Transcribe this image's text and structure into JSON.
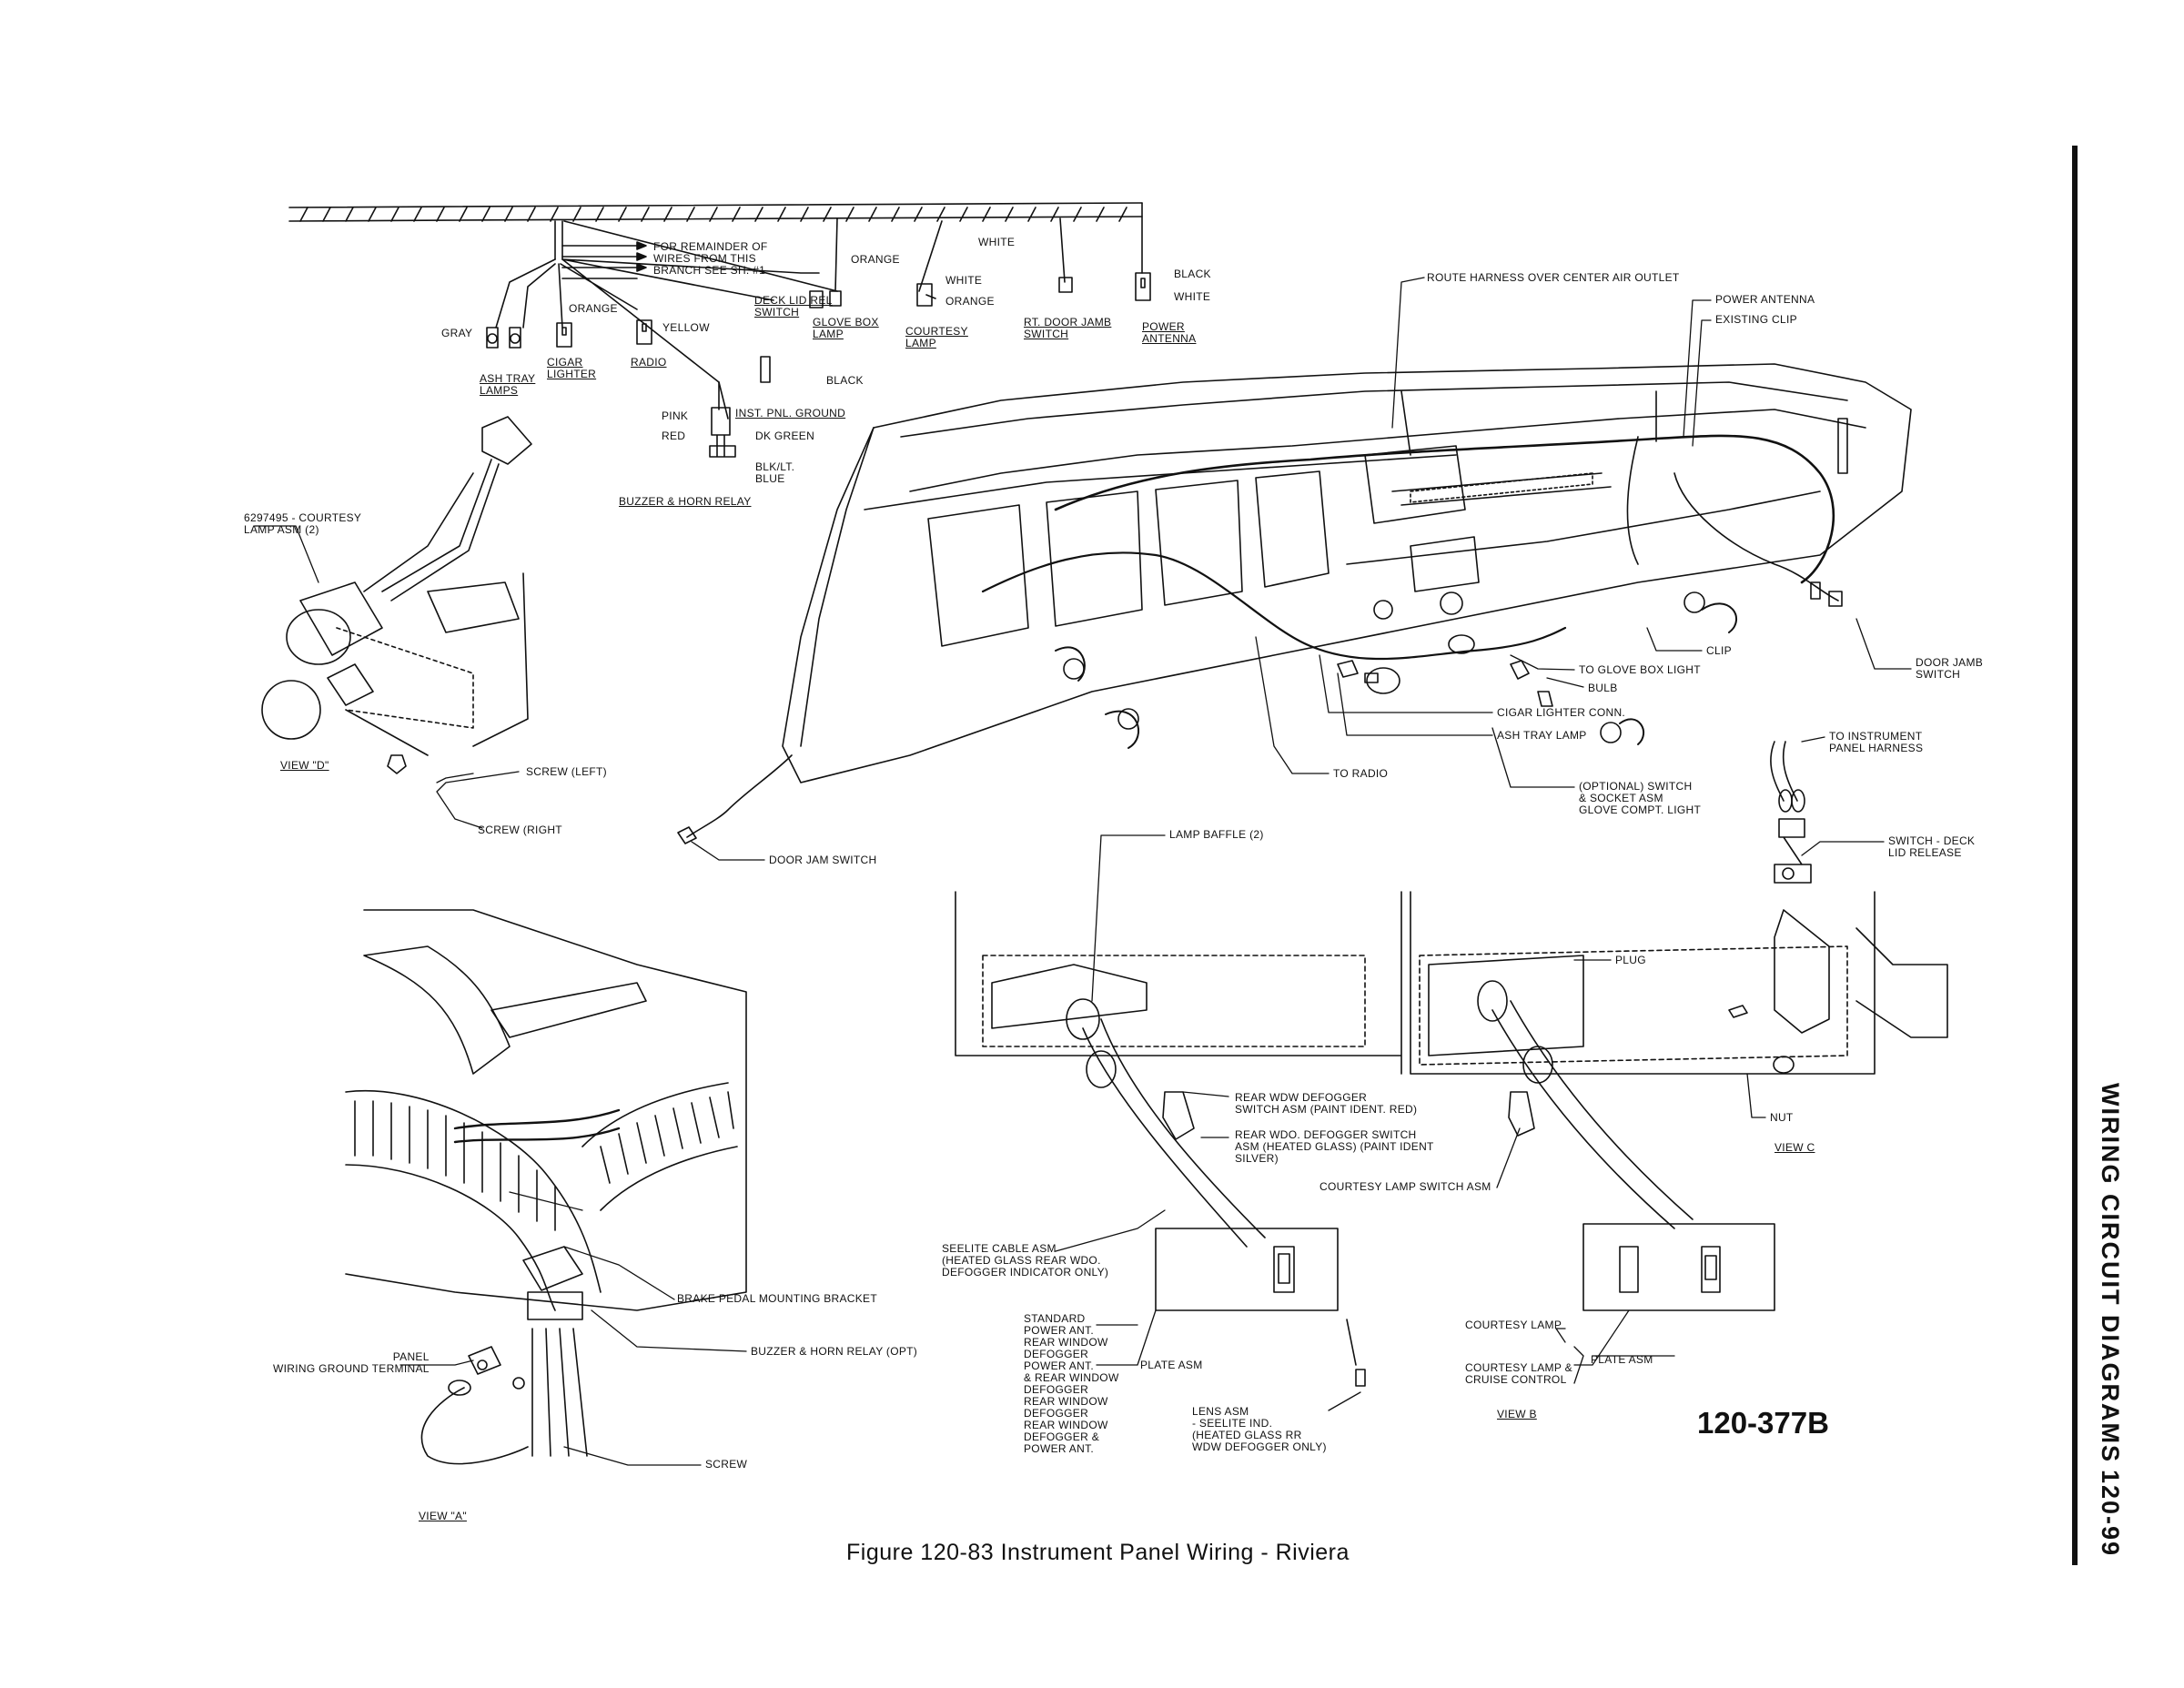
{
  "page": {
    "side_title": "WIRING CIRCUIT DIAGRAMS",
    "page_number": "120-99",
    "figure_number": "120-377B",
    "caption": "Figure 120-83 Instrument Panel Wiring - Riviera"
  },
  "labels": {
    "remainder": "FOR REMAINDER OF\nWIRES FROM THIS\nBRANCH SEE SH. #1",
    "gray": "GRAY",
    "orange_cigar": "ORANGE",
    "yellow": "YELLOW",
    "orange_glove": "ORANGE",
    "white_courtesy": "WHITE",
    "orange_courtesy": "ORANGE",
    "white_jamb": "WHITE",
    "black_ant": "BLACK",
    "white_ant": "WHITE",
    "black_ground": "BLACK",
    "ash_tray_lamps": "ASH TRAY\nLAMPS",
    "cigar_lighter": "CIGAR\nLIGHTER",
    "radio": "RADIO",
    "deck_lid_rel_switch": "DECK LID REL\nSWITCH",
    "glove_box_lamp": "GLOVE BOX\nLAMP",
    "courtesy_lamp": "COURTESY\nLAMP",
    "rt_door_jamb_switch": "RT. DOOR JAMB\nSWITCH",
    "power_antenna": "POWER\nANTENNA",
    "pink": "PINK",
    "red": "RED",
    "dk_green": "DK GREEN",
    "blk_lt_blue": "BLK/LT.\nBLUE",
    "inst_pnl_ground": "INST. PNL. GROUND",
    "buzzer_horn_relay": "BUZZER & HORN RELAY",
    "courtesy_lamp_asm": "6297495 - COURTESY\nLAMP ASM (2)",
    "view_d": "VIEW \"D\"",
    "screw_left": "SCREW (LEFT)",
    "screw_right": "SCREW (RIGHT",
    "door_jam_switch": "DOOR JAM SWITCH",
    "route_harness": "ROUTE HARNESS OVER CENTER AIR OUTLET",
    "power_antenna_r": "POWER ANTENNA",
    "existing_clip": "EXISTING CLIP",
    "clip": "CLIP",
    "door_jamb_switch_r": "DOOR JAMB\nSWITCH",
    "to_glove_box_light": "TO GLOVE BOX LIGHT",
    "bulb": "BULB",
    "cigar_lighter_conn": "CIGAR LIGHTER CONN.",
    "ash_tray_lamp": "ASH TRAY LAMP",
    "to_radio": "TO RADIO",
    "optional_switch": "(OPTIONAL) SWITCH\n& SOCKET ASM\nGLOVE COMPT. LIGHT",
    "to_instrument_harness": "TO INSTRUMENT\nPANEL HARNESS",
    "switch_deck_lid": "SWITCH - DECK\nLID RELEASE",
    "lamp_baffle": "LAMP BAFFLE (2)",
    "plug": "PLUG",
    "nut": "NUT",
    "view_c": "VIEW C",
    "rear_wdw_defogger": "REAR WDW DEFOGGER\nSWITCH ASM (PAINT IDENT. RED)",
    "rear_wdo_defogger": "REAR WDO. DEFOGGER SWITCH\nASM (HEATED GLASS) (PAINT IDENT\nSILVER)",
    "courtesy_lamp_switch_asm": "COURTESY LAMP SWITCH ASM",
    "seelite_cable": "SEELITE CABLE ASM\n(HEATED GLASS REAR WDO.\nDEFOGGER INDICATOR ONLY)",
    "plate_list": "STANDARD\nPOWER ANT.\nREAR WINDOW\nDEFOGGER\nPOWER ANT.\n& REAR WINDOW\nDEFOGGER\nREAR WINDOW\nDEFOGGER\nREAR WINDOW\nDEFOGGER &\nPOWER ANT.",
    "plate_asm_l": "PLATE ASM",
    "lens_asm": "LENS ASM\n- SEELITE IND.\n(HEATED GLASS RR\nWDW DEFOGGER ONLY)",
    "courtesy_lamp_b": "COURTESY LAMP",
    "courtesy_cruise": "COURTESY LAMP &\nCRUISE CONTROL",
    "plate_asm_r": "PLATE ASM",
    "view_b": "VIEW B",
    "brake_pedal": "BRAKE PEDAL MOUNTING BRACKET",
    "buzzer_opt": "BUZZER & HORN RELAY (OPT)",
    "panel_ground": "PANEL\nWIRING GROUND TERMINAL",
    "screw_a": "SCREW",
    "view_a": "VIEW \"A\""
  }
}
